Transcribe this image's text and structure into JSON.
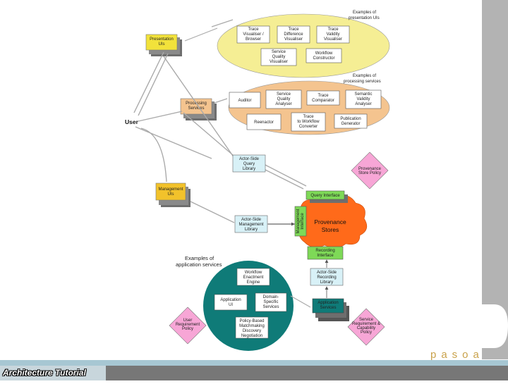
{
  "footer": {
    "title": "Architecture Tutorial"
  },
  "brand": {
    "logo_text": "pasoa"
  },
  "diagram": {
    "examples_presentation_label": [
      "Examples of",
      "presentation UIs"
    ],
    "examples_processing_label": [
      "Examples of",
      "processing services"
    ],
    "examples_application_label": [
      "Examples of",
      "application services"
    ],
    "user_label": "User",
    "presentation_uis": [
      "Presentation",
      "UIs"
    ],
    "processing_services": [
      "Processing",
      "Services"
    ],
    "management_uis": [
      "Management",
      "UIs"
    ],
    "trace_visualiser": [
      "Trace",
      "Visualiser /",
      "Browser"
    ],
    "trace_difference_visualiser": [
      "Trace",
      "Difference",
      "Visualiser"
    ],
    "trace_validity_visualiser": [
      "Trace",
      "Validity",
      "Visualiser"
    ],
    "service_quality_visualiser": [
      "Service",
      "Quality",
      "Visualiser"
    ],
    "workflow_constructor": [
      "Workflow",
      "Constructor"
    ],
    "auditor": [
      "Auditor"
    ],
    "service_quality_analyser": [
      "Service",
      "Quality",
      "Analyser"
    ],
    "trace_comparator": [
      "Trace",
      "Comparator"
    ],
    "semantic_validity_analyser": [
      "Semantic",
      "Validity",
      "Analyser"
    ],
    "reenactor": [
      "Reenactor"
    ],
    "trace_to_workflow_converter": [
      "Trace",
      "to Workflow",
      "Converter"
    ],
    "publication_generator": [
      "Publication",
      "Generator"
    ],
    "actor_side_query_library": [
      "Actor-Side",
      "Query",
      "Library"
    ],
    "provenance_store_policy": [
      "Provenance",
      "Store Policy"
    ],
    "query_interface": "Query Interface",
    "management_interface": [
      "Management",
      "Interface"
    ],
    "provenance_stores": [
      "Provenance",
      "Stores"
    ],
    "actor_side_management_library": [
      "Actor-Side",
      "Management",
      "Library"
    ],
    "recording_interface": [
      "Recording",
      "Interface"
    ],
    "actor_side_recording_library": [
      "Actor-Side",
      "Recording",
      "Library"
    ],
    "application_services": [
      "Application",
      "Services"
    ],
    "workflow_enactment_engine": [
      "Workflow",
      "Enactment",
      "Engine"
    ],
    "application_ui": [
      "Application",
      "UI"
    ],
    "domain_specific_services": [
      "Domain-",
      "Specific",
      "Services"
    ],
    "policy_based_matchmaking": [
      "Policy-Based",
      "Matchmaking",
      "Discovery",
      "Negotiation"
    ],
    "user_requirement_policy": [
      "User",
      "Requirement",
      "Policy"
    ],
    "service_requirement_capability_policy": [
      "Service",
      "Requirement &",
      "Capability",
      "Policy"
    ]
  },
  "colors": {
    "presentation_ellipse": "#f5ee94",
    "processing_ellipse": "#f4c48f",
    "application_circle": "#0f7b78",
    "provenance_cloud": "#ff6a1a",
    "interface_green": "#7ed957",
    "library_blue": "#d8f1f7",
    "yellow_box": "#f2e23b",
    "policy_pink": "#f7a6d6",
    "sidebar_gray": "#b3b3b3",
    "footer_bar": "#777777",
    "footer_stripe": "#a7c7d3"
  }
}
